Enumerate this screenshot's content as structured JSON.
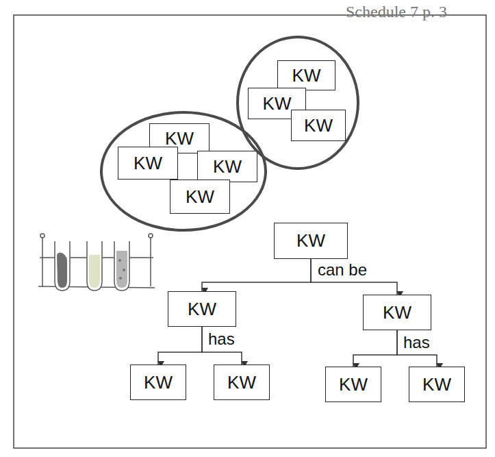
{
  "diagram": {
    "nodes": [
      {
        "text": []
      },
      {
        "text": [
          "KW"
        ],
        "in": 0
      },
      {
        "text": [
          "KW"
        ],
        "in": 0
      },
      {
        "text": [
          "KW"
        ],
        "in": 0
      },
      {
        "text": [
          "KW"
        ],
        "in": 0
      },
      {
        "text": []
      },
      {
        "text": [
          "KW"
        ],
        "in": 5
      },
      {
        "text": [
          "KW"
        ],
        "in": 5
      },
      {
        "text": [
          "KW"
        ],
        "in": 5
      },
      {
        "text": [
          "KW"
        ]
      },
      {
        "text": [
          "KW"
        ]
      },
      {
        "text": [
          "KW"
        ]
      },
      {
        "text": [
          "KW"
        ]
      },
      {
        "text": [
          "KW"
        ]
      },
      {
        "text": [
          "KW"
        ]
      },
      {
        "text": [
          "KW"
        ]
      }
    ],
    "edges": [
      {
        "from": 9,
        "to": 10,
        "arrow": "to"
      },
      {
        "from": 9,
        "to": 11,
        "label": "can be",
        "arrow": "to"
      },
      {
        "from": 10,
        "to": 12,
        "arrow": "to"
      },
      {
        "from": 10,
        "to": 13,
        "label": "has",
        "arrow": "to"
      },
      {
        "from": 11,
        "to": 14,
        "arrow": "to"
      },
      {
        "from": 11,
        "to": 15,
        "label": "has",
        "arrow": "to"
      }
    ],
    "labels": [
      "Schedule 7 p. 3"
    ]
  }
}
